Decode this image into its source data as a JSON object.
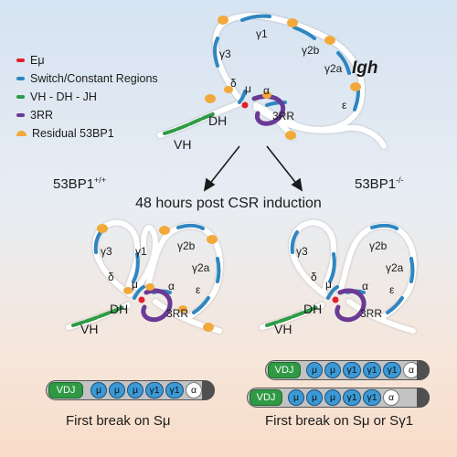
{
  "legend": {
    "items": [
      {
        "label": "Eμ",
        "color": "#e0202a"
      },
      {
        "label": "Switch/Constant Regions",
        "color": "#2e86c1"
      },
      {
        "label": "VH - DH - JH",
        "color": "#2e9b45"
      },
      {
        "label": "3RR",
        "color": "#6a3a94"
      },
      {
        "label": "Residual 53BP1",
        "color": "#f2a93b"
      }
    ]
  },
  "locus": {
    "title": "Igh",
    "labels": {
      "gamma3": "γ3",
      "gamma1": "γ1",
      "gamma2b": "γ2b",
      "gamma2a": "γ2a",
      "epsilon": "ε",
      "delta": "δ",
      "mu": "μ",
      "alpha": "α",
      "three_rr": "3RR",
      "vh": "VH",
      "dh": "DH"
    }
  },
  "genotype_wt": {
    "base": "53BP1",
    "sup": "+/+"
  },
  "genotype_ko": {
    "base": "53BP1",
    "sup": "-/-"
  },
  "time_label": "48 hours post CSR induction",
  "bars": {
    "left": [
      "VDJ",
      "μ",
      "μ",
      "μ",
      "γ1",
      "γ1",
      "α"
    ],
    "right_top": [
      "VDJ",
      "μ",
      "μ",
      "γ1",
      "γ1",
      "γ1",
      "α"
    ],
    "right_bottom": [
      "VDJ",
      "μ",
      "μ",
      "μ",
      "γ1",
      "γ1",
      "α"
    ]
  },
  "captions": {
    "left": "First break on Sμ",
    "right": "First break on Sμ or Sγ1"
  }
}
